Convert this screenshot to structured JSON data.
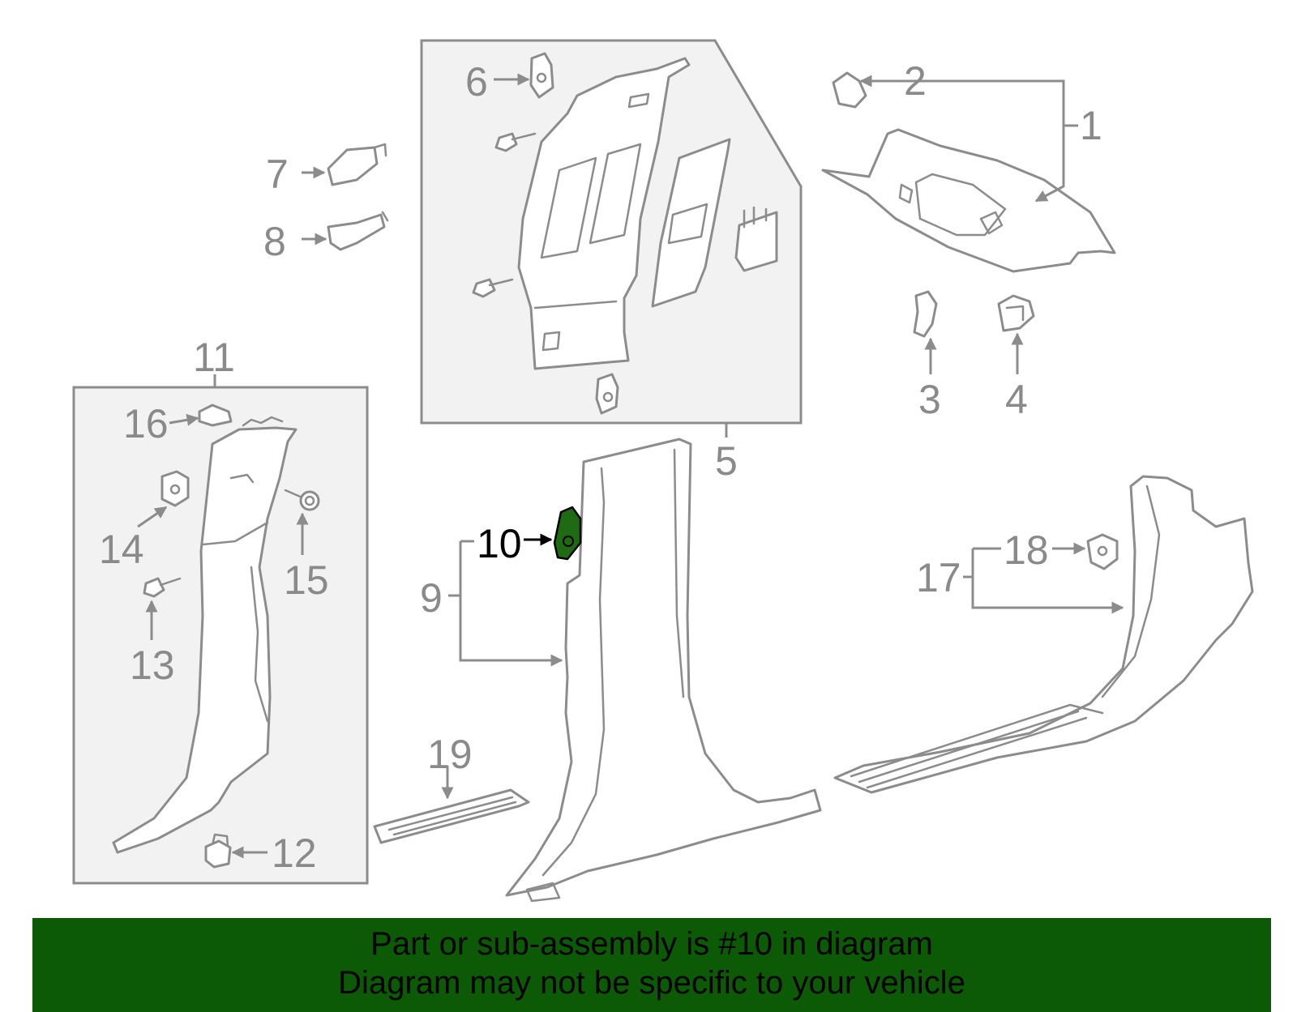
{
  "callouts": {
    "c1": "1",
    "c2": "2",
    "c3": "3",
    "c4": "4",
    "c5": "5",
    "c6": "6",
    "c7": "7",
    "c8": "8",
    "c9": "9",
    "c10": "10",
    "c11": "11",
    "c12": "12",
    "c13": "13",
    "c14": "14",
    "c15": "15",
    "c16": "16",
    "c17": "17",
    "c18": "18",
    "c19": "19"
  },
  "highlighted_part": "10",
  "colors": {
    "line_gray": "#8c8c8c",
    "part_fill": "#f2f2f2",
    "highlight_fill": "#1e6b14",
    "banner_bg": "#0c5a06"
  },
  "banner": {
    "line1": "Part or sub-assembly is #10 in diagram",
    "line2": "Diagram may not be specific to your vehicle"
  }
}
